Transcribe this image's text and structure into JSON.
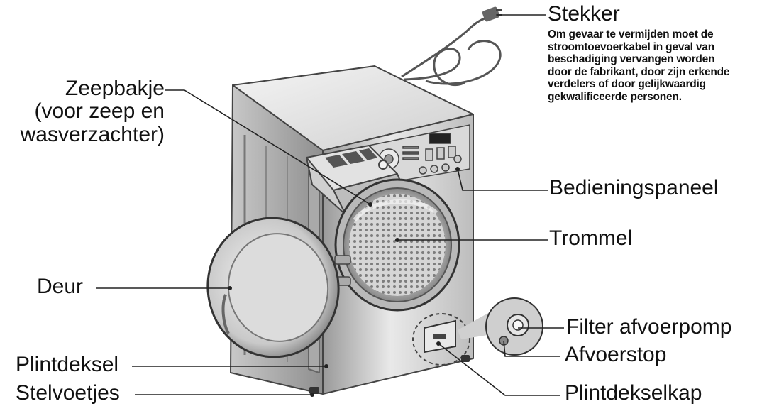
{
  "labels": {
    "stekker": "Stekker",
    "stekker_note": [
      "Om gevaar te vermijden moet de",
      "stroomtoevoerkabel in geval van",
      "beschadiging vervangen worden",
      "door de fabrikant, door zijn erkende",
      "verdelers of door gelijkwaardig",
      "gekwalificeerde personen."
    ],
    "zeepbakje": [
      "Zeepbakje",
      "(voor zeep en",
      "wasverzachter)"
    ],
    "bedieningspaneel": "Bedieningspaneel",
    "trommel": "Trommel",
    "deur": "Deur",
    "filter_afvoerpomp": "Filter afvoerpomp",
    "afvoerstop": "Afvoerstop",
    "plintdeksel": "Plintdeksel",
    "plintdekselkap": "Plintdekselkap",
    "stelvoetjes": "Stelvoetjes"
  }
}
